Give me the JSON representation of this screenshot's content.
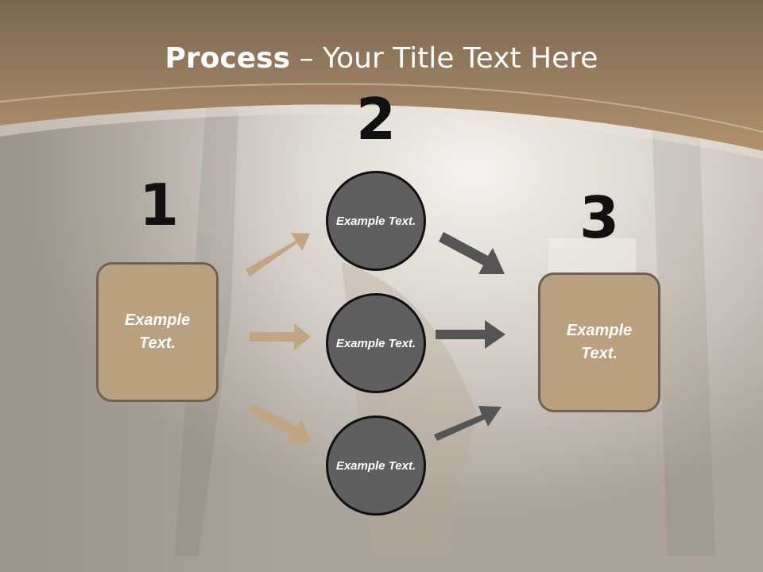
{
  "slide": {
    "title_bold": "Process",
    "title_rest": " – Your Title Text Here"
  },
  "steps": {
    "step1_number": "1",
    "step2_number": "2",
    "step3_number": "3"
  },
  "nodes": {
    "input_box_text": "Example Text.",
    "circle_1_text": "Example Text.",
    "circle_2_text": "Example Text.",
    "circle_3_text": "Example Text.",
    "output_box_text": "Example Text."
  },
  "colors": {
    "header_band": "#a88a68",
    "box_fill": "#b9a180",
    "box_border": "#6f6254",
    "circle_fill": "#5f5f5f",
    "circle_border": "#111111",
    "arrow_light": "#c1a584",
    "arrow_dark": "#555555",
    "number_text": "#111111"
  }
}
